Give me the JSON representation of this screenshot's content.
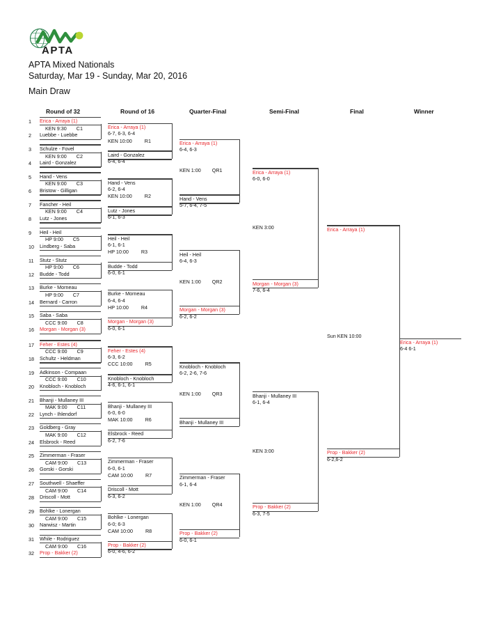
{
  "header": {
    "logo_alt": "APTA logo",
    "logo_text": "APTA",
    "tournament": "APTA Mixed Nationals",
    "dates": "Saturday, Mar 19 - Sunday, Mar 20, 2016",
    "draw_label": "Main Draw"
  },
  "columns": [
    {
      "label": "Round of 32"
    },
    {
      "label": "Round of 16"
    },
    {
      "label": "Quarter-Final"
    },
    {
      "label": "Semi-Final"
    },
    {
      "label": "Final"
    },
    {
      "label": "Winner"
    }
  ],
  "round_of_32": [
    {
      "seed": "1",
      "name": "Erica - Arraya (1)",
      "winner": true,
      "match": "KEN 9:30",
      "code": "C1"
    },
    {
      "seed": "2",
      "name": "Luebbe - Luebbe",
      "winner": false
    },
    {
      "seed": "3",
      "name": "Schulze - Fovel",
      "winner": false,
      "match": "KEN 9:00",
      "code": "C2"
    },
    {
      "seed": "4",
      "name": "Laird - Gonzalez",
      "winner": false
    },
    {
      "seed": "5",
      "name": "Hand - Vens",
      "winner": false,
      "match": "KEN 9:00",
      "code": "C3"
    },
    {
      "seed": "6",
      "name": "Bristow - Gilligan",
      "winner": false
    },
    {
      "seed": "7",
      "name": "Fancher - Heil",
      "winner": false,
      "match": "KEN 9:00",
      "code": "C4"
    },
    {
      "seed": "8",
      "name": "Lutz - Jones",
      "winner": false
    },
    {
      "seed": "9",
      "name": "Heil - Heil",
      "winner": false,
      "match": "HP 9:00",
      "code": "C5"
    },
    {
      "seed": "10",
      "name": "Lindberg - Saba",
      "winner": false
    },
    {
      "seed": "11",
      "name": "Stutz - Stutz",
      "winner": false,
      "match": "HP 9:00",
      "code": "C6"
    },
    {
      "seed": "12",
      "name": "Budde - Todd",
      "winner": false
    },
    {
      "seed": "13",
      "name": "Burke - Morneau",
      "winner": false,
      "match": "HP 9:00",
      "code": "C7"
    },
    {
      "seed": "14",
      "name": "Bernard - Carron",
      "winner": false
    },
    {
      "seed": "15",
      "name": "Saba - Saba",
      "winner": false,
      "match": "CCC 9:00",
      "code": "C8"
    },
    {
      "seed": "16",
      "name": "Morgan - Morgan (3)",
      "winner": true
    },
    {
      "seed": "17",
      "name": "Feher - Estes (4)",
      "winner": true,
      "match": "CCC 9:00",
      "code": "C9"
    },
    {
      "seed": "18",
      "name": "Schultz - Heldman",
      "winner": false
    },
    {
      "seed": "19",
      "name": "Adkinson - Compaan",
      "winner": false,
      "match": "CCC 9:00",
      "code": "C10"
    },
    {
      "seed": "20",
      "name": "Knobloch - Knobloch",
      "winner": false
    },
    {
      "seed": "21",
      "name": "Bhanji - Mullaney III",
      "winner": false,
      "match": "MAK 9:00",
      "code": "C11"
    },
    {
      "seed": "22",
      "name": "Lynch - Ihlendorf",
      "winner": false
    },
    {
      "seed": "23",
      "name": "Goldberg - Gray",
      "winner": false,
      "match": "MAK 9:00",
      "code": "C12"
    },
    {
      "seed": "24",
      "name": "Elsbrock - Reed",
      "winner": false
    },
    {
      "seed": "25",
      "name": "Zimmerman - Fraser",
      "winner": false,
      "match": "CAM 9:00",
      "code": "C13"
    },
    {
      "seed": "26",
      "name": "Gorski - Gorski",
      "winner": false
    },
    {
      "seed": "27",
      "name": "Southwell - Shaeffer",
      "winner": false,
      "match": "CAM 9:00",
      "code": "C14"
    },
    {
      "seed": "28",
      "name": "Driscoll - Mott",
      "winner": false
    },
    {
      "seed": "29",
      "name": "Bohlke - Lonergan",
      "winner": false,
      "match": "CAM 9:00",
      "code": "C15"
    },
    {
      "seed": "30",
      "name": "Narwisz - Martin",
      "winner": false
    },
    {
      "seed": "31",
      "name": "While - Rodriguez",
      "winner": false,
      "match": "CAM 9:00",
      "code": "C16"
    },
    {
      "seed": "32",
      "name": "Prop - Bakker (2)",
      "winner": true
    }
  ],
  "round_of_16": [
    {
      "name": "Erica - Arraya (1)",
      "winner": true,
      "score": "6-7, 6-3, 6-4",
      "match": "KEN 10:00",
      "code": "R1"
    },
    {
      "name": "Laird - Gonzalez",
      "winner": false,
      "score": "6-4, 6-4"
    },
    {
      "name": "Hand - Vens",
      "winner": false,
      "score": "6-2, 6-4",
      "match": "KEN 10:00",
      "code": "R2"
    },
    {
      "name": "Lutz - Jones",
      "winner": false,
      "score": "6-1, 6-3"
    },
    {
      "name": "Heil - Heil",
      "winner": false,
      "score": "6-1, 6-1",
      "match": "HP 10:00",
      "code": "R3"
    },
    {
      "name": "Budde - Todd",
      "winner": false,
      "score": "6-0, 6-1"
    },
    {
      "name": "Burke - Morneau",
      "winner": false,
      "score": "6-4, 6-4",
      "match": "HP 10:00",
      "code": "R4"
    },
    {
      "name": "Morgan - Morgan (3)",
      "winner": true,
      "score": "6-0, 6-1"
    },
    {
      "name": "Feher - Estes (4)",
      "winner": true,
      "score": "6-3, 6-2",
      "match": "CCC 10:00",
      "code": "R5"
    },
    {
      "name": "Knobloch - Knobloch",
      "winner": false,
      "score": "4-6, 6-1, 6-1"
    },
    {
      "name": "Bhanji - Mullaney III",
      "winner": false,
      "score": "6-0, 6-0",
      "match": "MAK 10:00",
      "code": "R6"
    },
    {
      "name": "Elsbrock - Reed",
      "winner": false,
      "score": "6-2, 7-6"
    },
    {
      "name": "Zimmerman - Fraser",
      "winner": false,
      "score": "6-0, 6-1",
      "match": "CAM 10:00",
      "code": "R7"
    },
    {
      "name": "Driscoll - Mott",
      "winner": false,
      "score": "6-3, 6-2"
    },
    {
      "name": "Bohlke - Lonergan",
      "winner": false,
      "score": "6-0; 6-3",
      "match": "CAM 10:00",
      "code": "R8"
    },
    {
      "name": "Prop - Bakker (2)",
      "winner": true,
      "score": "6-0, 4-6, 6-2"
    }
  ],
  "quarter_final": [
    {
      "name": "Erica - Arraya (1)",
      "winner": true,
      "score": "6-4, 6-3",
      "match": "KEN 1:00",
      "code": "QR1"
    },
    {
      "name": "Hand - Vens",
      "winner": false,
      "score": "5-7, 6-4, 7-5"
    },
    {
      "name": "Heil - Heil",
      "winner": false,
      "score": "6-4, 6-3",
      "match": "KEN 1:00",
      "code": "QR2"
    },
    {
      "name": "Morgan - Morgan (3)",
      "winner": true,
      "score": "6-2, 6-2"
    },
    {
      "name": "Knobloch - Knobloch",
      "winner": false,
      "score": "6-2, 2-6, 7-6",
      "match": "KEN 1:00",
      "code": "QR3"
    },
    {
      "name": "Bhanji - Mullaney III",
      "winner": false,
      "score": ""
    },
    {
      "name": "Zimmerman - Fraser",
      "winner": false,
      "score": "6-1, 6-4",
      "match": "KEN 1:00",
      "code": "QR4"
    },
    {
      "name": "Prop - Bakker (2)",
      "winner": true,
      "score": "6-0, 6-1"
    }
  ],
  "semi_final": [
    {
      "name": "Erica - Arraya (1)",
      "winner": true,
      "score": "6-0, 6-0",
      "match": "KEN 3:00"
    },
    {
      "name": "Morgan - Morgan (3)",
      "winner": true,
      "score": "7-6, 6-4"
    },
    {
      "name": "Bhanji - Mullaney III",
      "winner": false,
      "score": "6-1, 6-4",
      "match": "KEN 3:00"
    },
    {
      "name": "Prop - Bakker (2)",
      "winner": true,
      "score": "6-3, 7-5"
    }
  ],
  "final": [
    {
      "name": "Erica - Arraya (1)",
      "winner": true,
      "score": "",
      "match": "Sun KEN 10:00"
    },
    {
      "name": "Prop - Bakker (2)",
      "winner": true,
      "score": "6-2,6-2"
    }
  ],
  "winner": {
    "name": "Erica - Arraya (1)",
    "score": "6-4 6-1",
    "winner": true
  },
  "colors": {
    "winner_red": "#e8262b",
    "text_black": "#111111",
    "line_gray": "#3d3d3d"
  }
}
